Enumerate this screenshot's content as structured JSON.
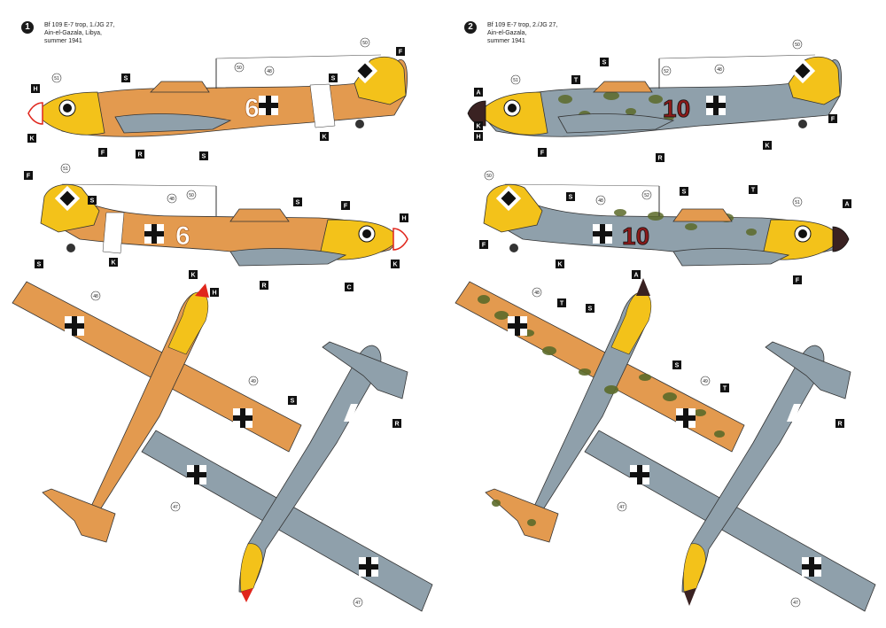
{
  "profiles": [
    {
      "number": "1",
      "lines": [
        "Bf 109 E-7 trop, 1./JG 27,",
        "Ain-el-Gazala, Libya,",
        "summer 1941"
      ],
      "fuselage_code": "6",
      "callouts": {
        "side_left": [
          "H",
          "K",
          "F",
          "R",
          "S",
          "S",
          "S",
          "K",
          "F"
        ],
        "side_right": [
          "F",
          "S",
          "K",
          "R",
          "S",
          "C",
          "F",
          "H",
          "K"
        ],
        "top": [
          "S",
          "K",
          "H",
          "S"
        ],
        "bottom": [
          "R"
        ]
      },
      "bubbles": [
        "51",
        "50",
        "48",
        "50",
        "51",
        "48",
        "50",
        "48",
        "49",
        "47",
        "47"
      ]
    },
    {
      "number": "2",
      "lines": [
        "Bf 109 E-7 trop, 2./JG 27,",
        "Ain-el-Gazala,",
        "summer 1941"
      ],
      "fuselage_code": "10",
      "callouts": {
        "side_left": [
          "A",
          "H",
          "K",
          "F",
          "R",
          "S",
          "T",
          "K",
          "F"
        ],
        "side_right": [
          "F",
          "S",
          "K",
          "S",
          "T",
          "F",
          "A"
        ],
        "top": [
          "A",
          "S",
          "T",
          "S",
          "T"
        ],
        "bottom": [
          "R"
        ]
      },
      "bubbles": [
        "51",
        "52",
        "48",
        "50",
        "50",
        "48",
        "52",
        "51",
        "48",
        "49",
        "47",
        "47"
      ]
    }
  ],
  "colors": {
    "sand": "#e39a4f",
    "yellow": "#f3c21a",
    "blue_grey": "#8fa0ab",
    "white": "#ffffff",
    "red": "#e0261c",
    "black": "#1a1a1a",
    "green_mottle": "#5c6b2a",
    "maroon": "#6b1a1a"
  }
}
